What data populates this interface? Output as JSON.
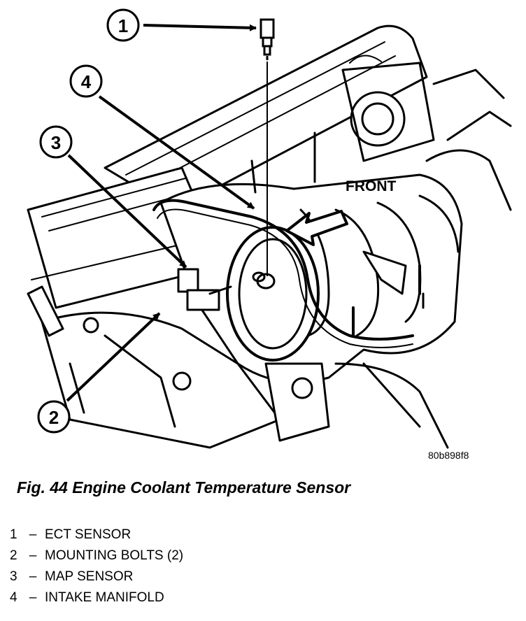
{
  "callouts": [
    "1",
    "2",
    "3",
    "4"
  ],
  "front_label": "FRONT",
  "figure_code": "80b898f8",
  "caption": "Fig. 44 Engine Coolant Temperature Sensor",
  "legend": [
    {
      "num": "1",
      "dash": "–",
      "label": "ECT SENSOR"
    },
    {
      "num": "2",
      "dash": "–",
      "label": "MOUNTING BOLTS (2)"
    },
    {
      "num": "3",
      "dash": "–",
      "label": "MAP SENSOR"
    },
    {
      "num": "4",
      "dash": "–",
      "label": "INTAKE MANIFOLD"
    }
  ]
}
